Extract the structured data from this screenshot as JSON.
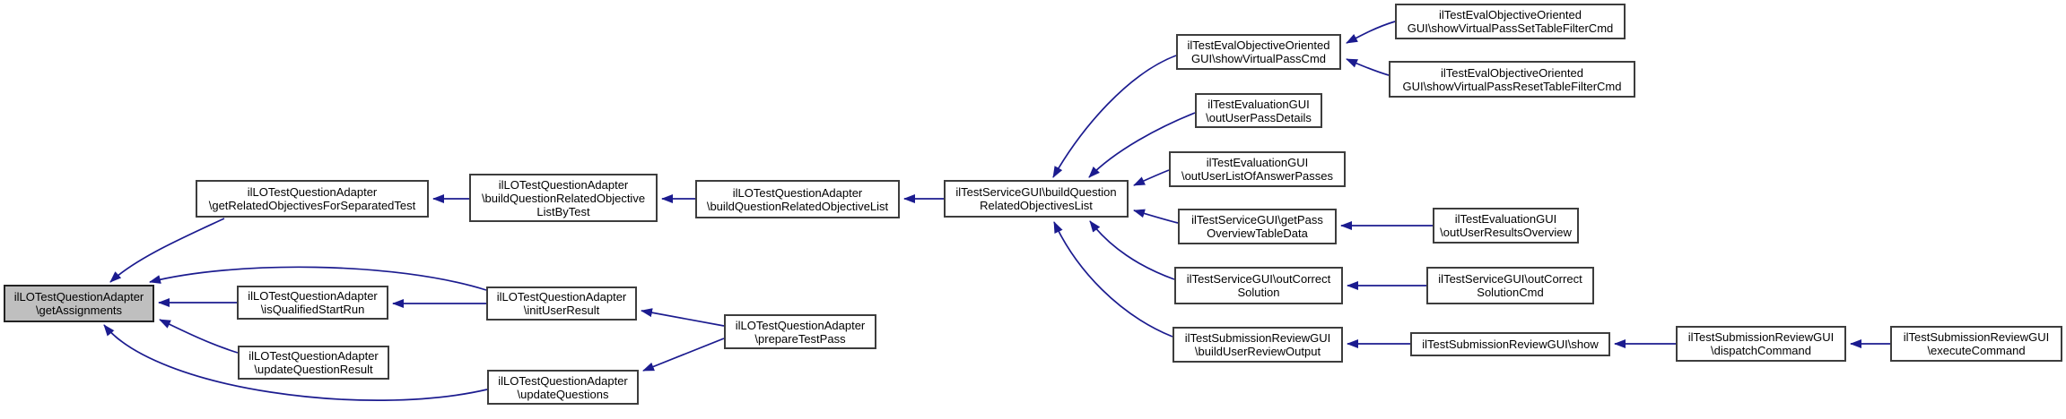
{
  "diagram": {
    "type": "doxygen-caller-graph",
    "focus_node": "getAssignments"
  },
  "colors": {
    "edge": "#1b1b8f",
    "node_fill": "#ffffff",
    "node_border": "#3d3d3d",
    "focus_node_fill": "#bfbfbf",
    "background": "#ffffff",
    "text": "#000000"
  },
  "nodes": {
    "getAssignments": {
      "lines": [
        "ilLOTestQuestionAdapter",
        "\\getAssignments"
      ]
    },
    "getRelatedObjectivesForSeparatedTest": {
      "lines": [
        "ilLOTestQuestionAdapter",
        "\\getRelatedObjectivesForSeparatedTest"
      ]
    },
    "buildQuestionRelatedObjectiveListByTest": {
      "lines": [
        "ilLOTestQuestionAdapter",
        "\\buildQuestionRelatedObjective",
        "ListByTest"
      ]
    },
    "buildQuestionRelatedObjectiveList": {
      "lines": [
        "ilLOTestQuestionAdapter",
        "\\buildQuestionRelatedObjectiveList"
      ]
    },
    "buildQuestionRelatedObjectivesList": {
      "lines": [
        "ilTestServiceGUI\\buildQuestion",
        "RelatedObjectivesList"
      ]
    },
    "showVirtualPassCmd": {
      "lines": [
        "ilTestEvalObjectiveOriented",
        "GUI\\showVirtualPassCmd"
      ]
    },
    "showVirtualPassSetTableFilterCmd": {
      "lines": [
        "ilTestEvalObjectiveOriented",
        "GUI\\showVirtualPassSetTableFilterCmd"
      ]
    },
    "showVirtualPassResetTableFilterCmd": {
      "lines": [
        "ilTestEvalObjectiveOriented",
        "GUI\\showVirtualPassResetTableFilterCmd"
      ]
    },
    "outUserPassDetails": {
      "lines": [
        "ilTestEvaluationGUI",
        "\\outUserPassDetails"
      ]
    },
    "outUserListOfAnswerPasses": {
      "lines": [
        "ilTestEvaluationGUI",
        "\\outUserListOfAnswerPasses"
      ]
    },
    "getPassOverviewTableData": {
      "lines": [
        "ilTestServiceGUI\\getPass",
        "OverviewTableData"
      ]
    },
    "outUserResultsOverview": {
      "lines": [
        "ilTestEvaluationGUI",
        "\\outUserResultsOverview"
      ]
    },
    "outCorrectSolution": {
      "lines": [
        "ilTestServiceGUI\\outCorrect",
        "Solution"
      ]
    },
    "outCorrectSolutionCmd": {
      "lines": [
        "ilTestServiceGUI\\outCorrect",
        "SolutionCmd"
      ]
    },
    "buildUserReviewOutput": {
      "lines": [
        "ilTestSubmissionReviewGUI",
        "\\buildUserReviewOutput"
      ]
    },
    "show": {
      "lines": [
        "ilTestSubmissionReviewGUI\\show"
      ]
    },
    "dispatchCommand": {
      "lines": [
        "ilTestSubmissionReviewGUI",
        "\\dispatchCommand"
      ]
    },
    "executeCommand": {
      "lines": [
        "ilTestSubmissionReviewGUI",
        "\\executeCommand"
      ]
    },
    "isQualifiedStartRun": {
      "lines": [
        "ilLOTestQuestionAdapter",
        "\\isQualifiedStartRun"
      ]
    },
    "updateQuestionResult": {
      "lines": [
        "ilLOTestQuestionAdapter",
        "\\updateQuestionResult"
      ]
    },
    "initUserResult": {
      "lines": [
        "ilLOTestQuestionAdapter",
        "\\initUserResult"
      ]
    },
    "updateQuestions": {
      "lines": [
        "ilLOTestQuestionAdapter",
        "\\updateQuestions"
      ]
    },
    "prepareTestPass": {
      "lines": [
        "ilLOTestQuestionAdapter",
        "\\prepareTestPass"
      ]
    }
  },
  "edges": [
    {
      "from": "getRelatedObjectivesForSeparatedTest",
      "to": "getAssignments"
    },
    {
      "from": "isQualifiedStartRun",
      "to": "getAssignments"
    },
    {
      "from": "updateQuestionResult",
      "to": "getAssignments"
    },
    {
      "from": "initUserResult",
      "to": "getAssignments"
    },
    {
      "from": "updateQuestions",
      "to": "getAssignments"
    },
    {
      "from": "initUserResult",
      "to": "isQualifiedStartRun"
    },
    {
      "from": "prepareTestPass",
      "to": "initUserResult"
    },
    {
      "from": "prepareTestPass",
      "to": "updateQuestions"
    },
    {
      "from": "buildQuestionRelatedObjectiveListByTest",
      "to": "getRelatedObjectivesForSeparatedTest"
    },
    {
      "from": "buildQuestionRelatedObjectiveList",
      "to": "buildQuestionRelatedObjectiveListByTest"
    },
    {
      "from": "buildQuestionRelatedObjectivesList",
      "to": "buildQuestionRelatedObjectiveList"
    },
    {
      "from": "showVirtualPassCmd",
      "to": "buildQuestionRelatedObjectivesList"
    },
    {
      "from": "outUserPassDetails",
      "to": "buildQuestionRelatedObjectivesList"
    },
    {
      "from": "outUserListOfAnswerPasses",
      "to": "buildQuestionRelatedObjectivesList"
    },
    {
      "from": "getPassOverviewTableData",
      "to": "buildQuestionRelatedObjectivesList"
    },
    {
      "from": "outCorrectSolution",
      "to": "buildQuestionRelatedObjectivesList"
    },
    {
      "from": "buildUserReviewOutput",
      "to": "buildQuestionRelatedObjectivesList"
    },
    {
      "from": "showVirtualPassSetTableFilterCmd",
      "to": "showVirtualPassCmd"
    },
    {
      "from": "showVirtualPassResetTableFilterCmd",
      "to": "showVirtualPassCmd"
    },
    {
      "from": "outUserResultsOverview",
      "to": "getPassOverviewTableData"
    },
    {
      "from": "outCorrectSolutionCmd",
      "to": "outCorrectSolution"
    },
    {
      "from": "show",
      "to": "buildUserReviewOutput"
    },
    {
      "from": "dispatchCommand",
      "to": "show"
    },
    {
      "from": "executeCommand",
      "to": "dispatchCommand"
    }
  ]
}
